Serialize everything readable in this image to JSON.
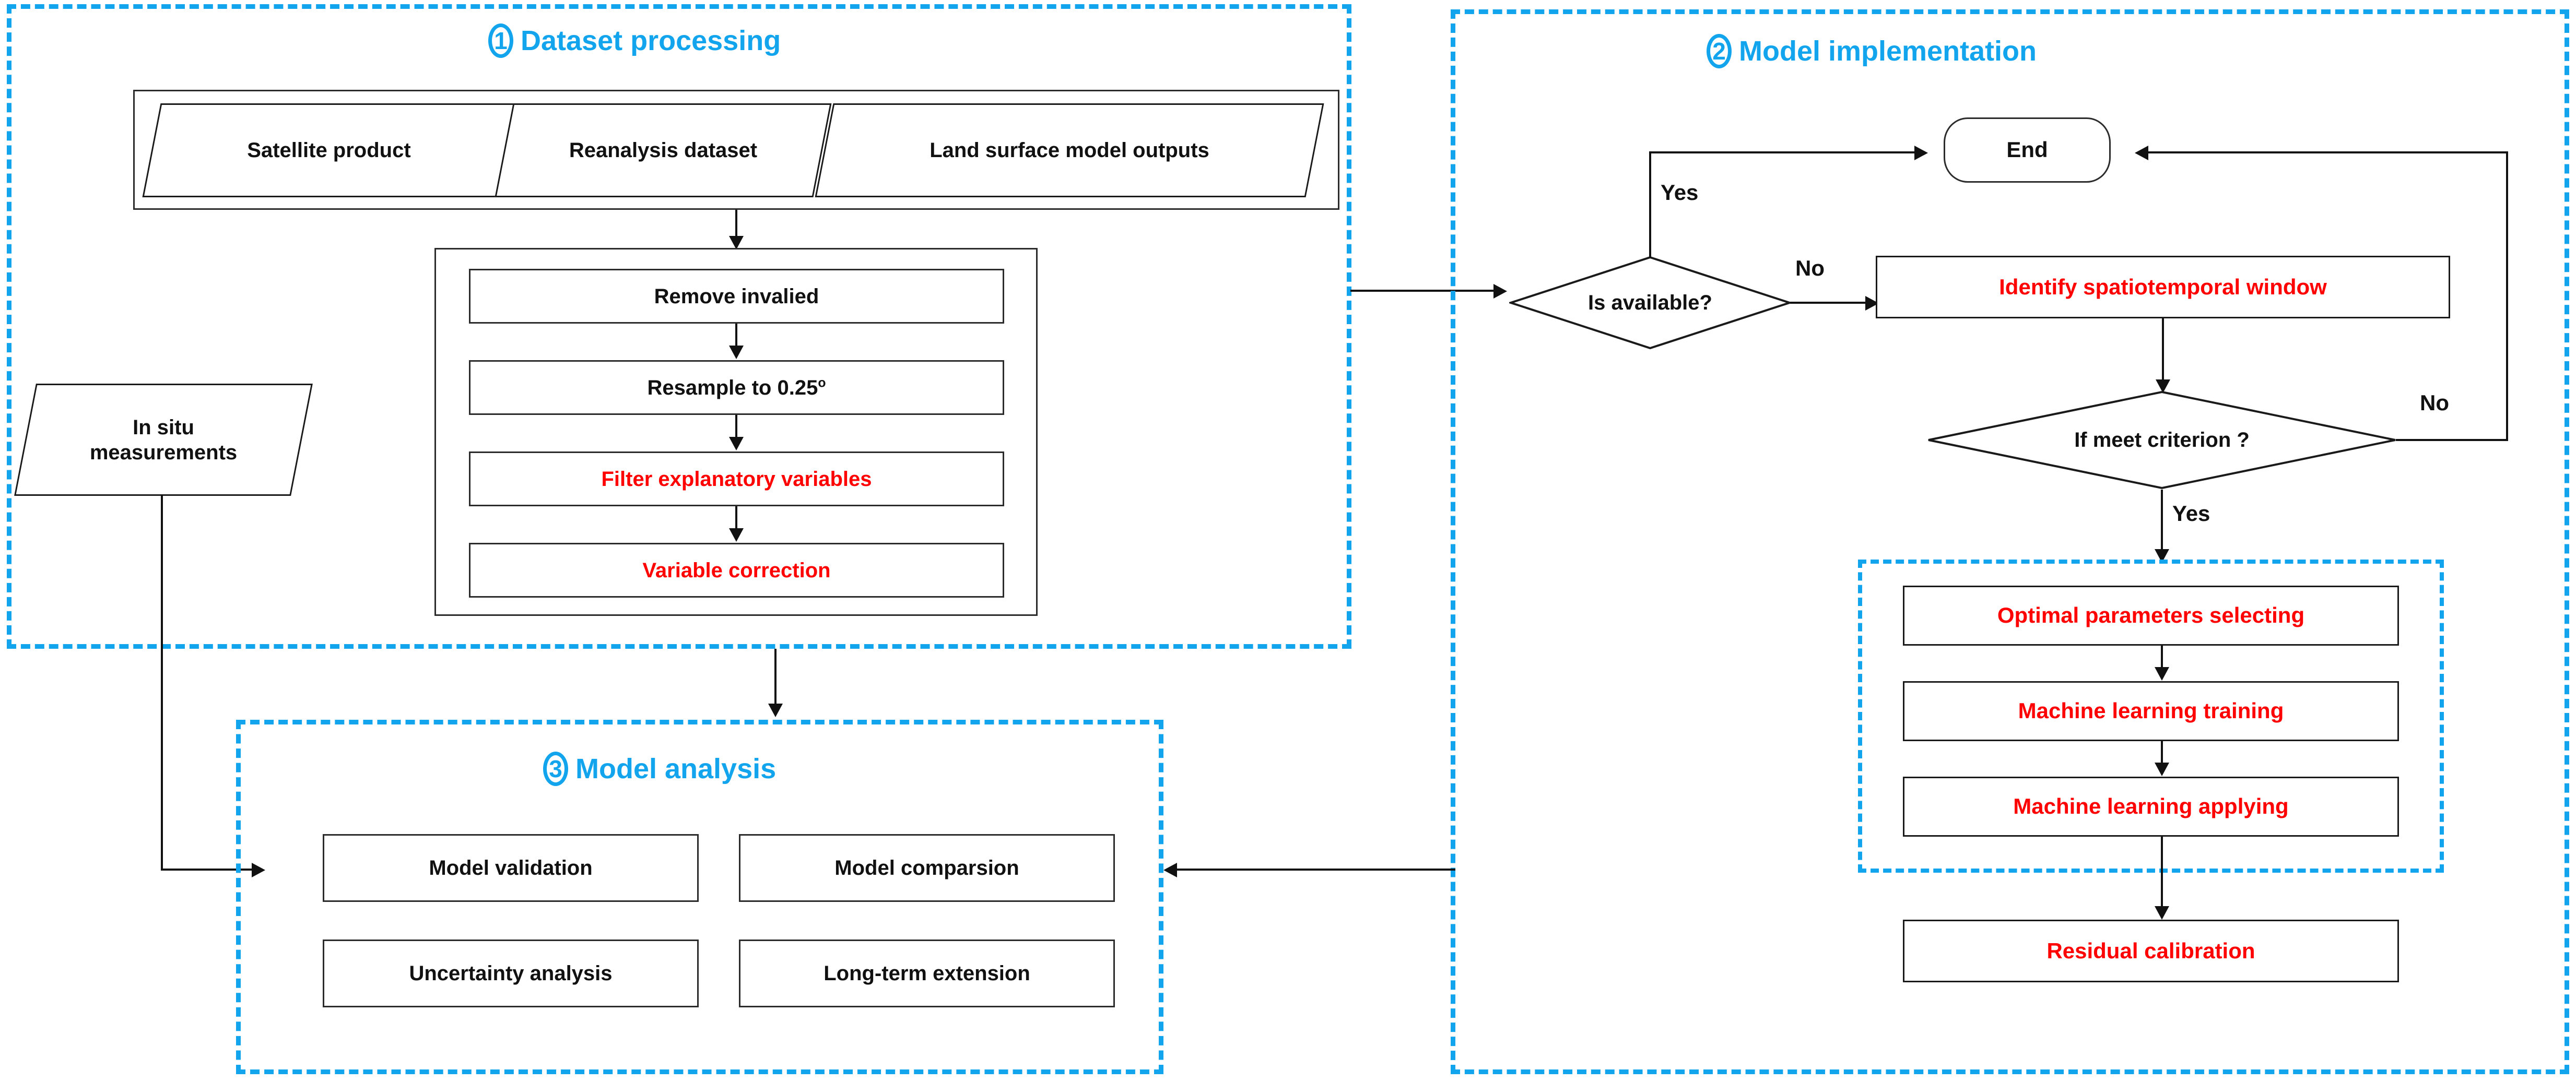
{
  "accent_color": "#12A5EE",
  "highlight_color": "#FF0000",
  "text_color": "#111111",
  "sections": [
    {
      "number": "1",
      "title": "Dataset processing"
    },
    {
      "number": "2",
      "title": "Model implementation"
    },
    {
      "number": "3",
      "title": "Model analysis"
    }
  ],
  "dataset_processing": {
    "inputs": [
      {
        "label": "Satellite product"
      },
      {
        "label": "Reanalysis dataset"
      },
      {
        "label": "Land surface model outputs"
      }
    ],
    "steps": [
      {
        "label": "Remove invalied",
        "highlight": false
      },
      {
        "label": "Resample to 0.25",
        "superscript": "o",
        "highlight": false
      },
      {
        "label": "Filter explanatory variables",
        "highlight": true
      },
      {
        "label": "Variable correction",
        "highlight": true
      }
    ],
    "in_situ": "In situ\nmeasurements",
    "in_situ_line1": "In situ",
    "in_situ_line2": "measurements"
  },
  "model_implementation": {
    "end_node": "End",
    "decisions": [
      {
        "label": "Is available?",
        "yes_label": "Yes",
        "no_label": "No"
      },
      {
        "label": "If meet criterion ?",
        "yes_label": "Yes",
        "no_label": "No"
      }
    ],
    "identify_window": "Identify spatiotemporal window",
    "ml_group": [
      "Optimal parameters selecting",
      "Machine learning training",
      "Machine learning applying"
    ],
    "residual": "Residual calibration"
  },
  "model_analysis": {
    "items": [
      "Model validation",
      "Model comparsion",
      "Uncertainty analysis",
      "Long-term extension"
    ]
  }
}
